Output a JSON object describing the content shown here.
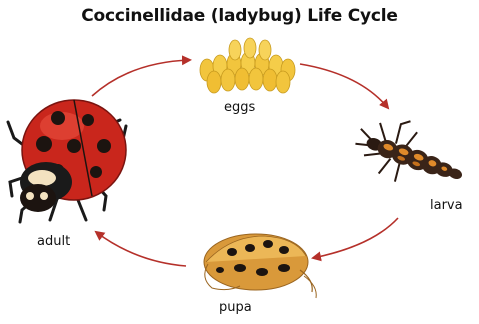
{
  "diagram": {
    "title": "Coccinellidae (ladybug) Life Cycle",
    "stages": {
      "eggs": "eggs",
      "larva": "larva",
      "pupa": "pupa",
      "adult": "adult"
    },
    "colors": {
      "arrow": "#b5302a",
      "egg": "#f2c53d",
      "ladybug_red": "#c9261c",
      "larva_body": "#3a2418",
      "larva_spot": "#e08a2a",
      "pupa_body": "#d9993a",
      "spot": "#1c1410"
    }
  }
}
